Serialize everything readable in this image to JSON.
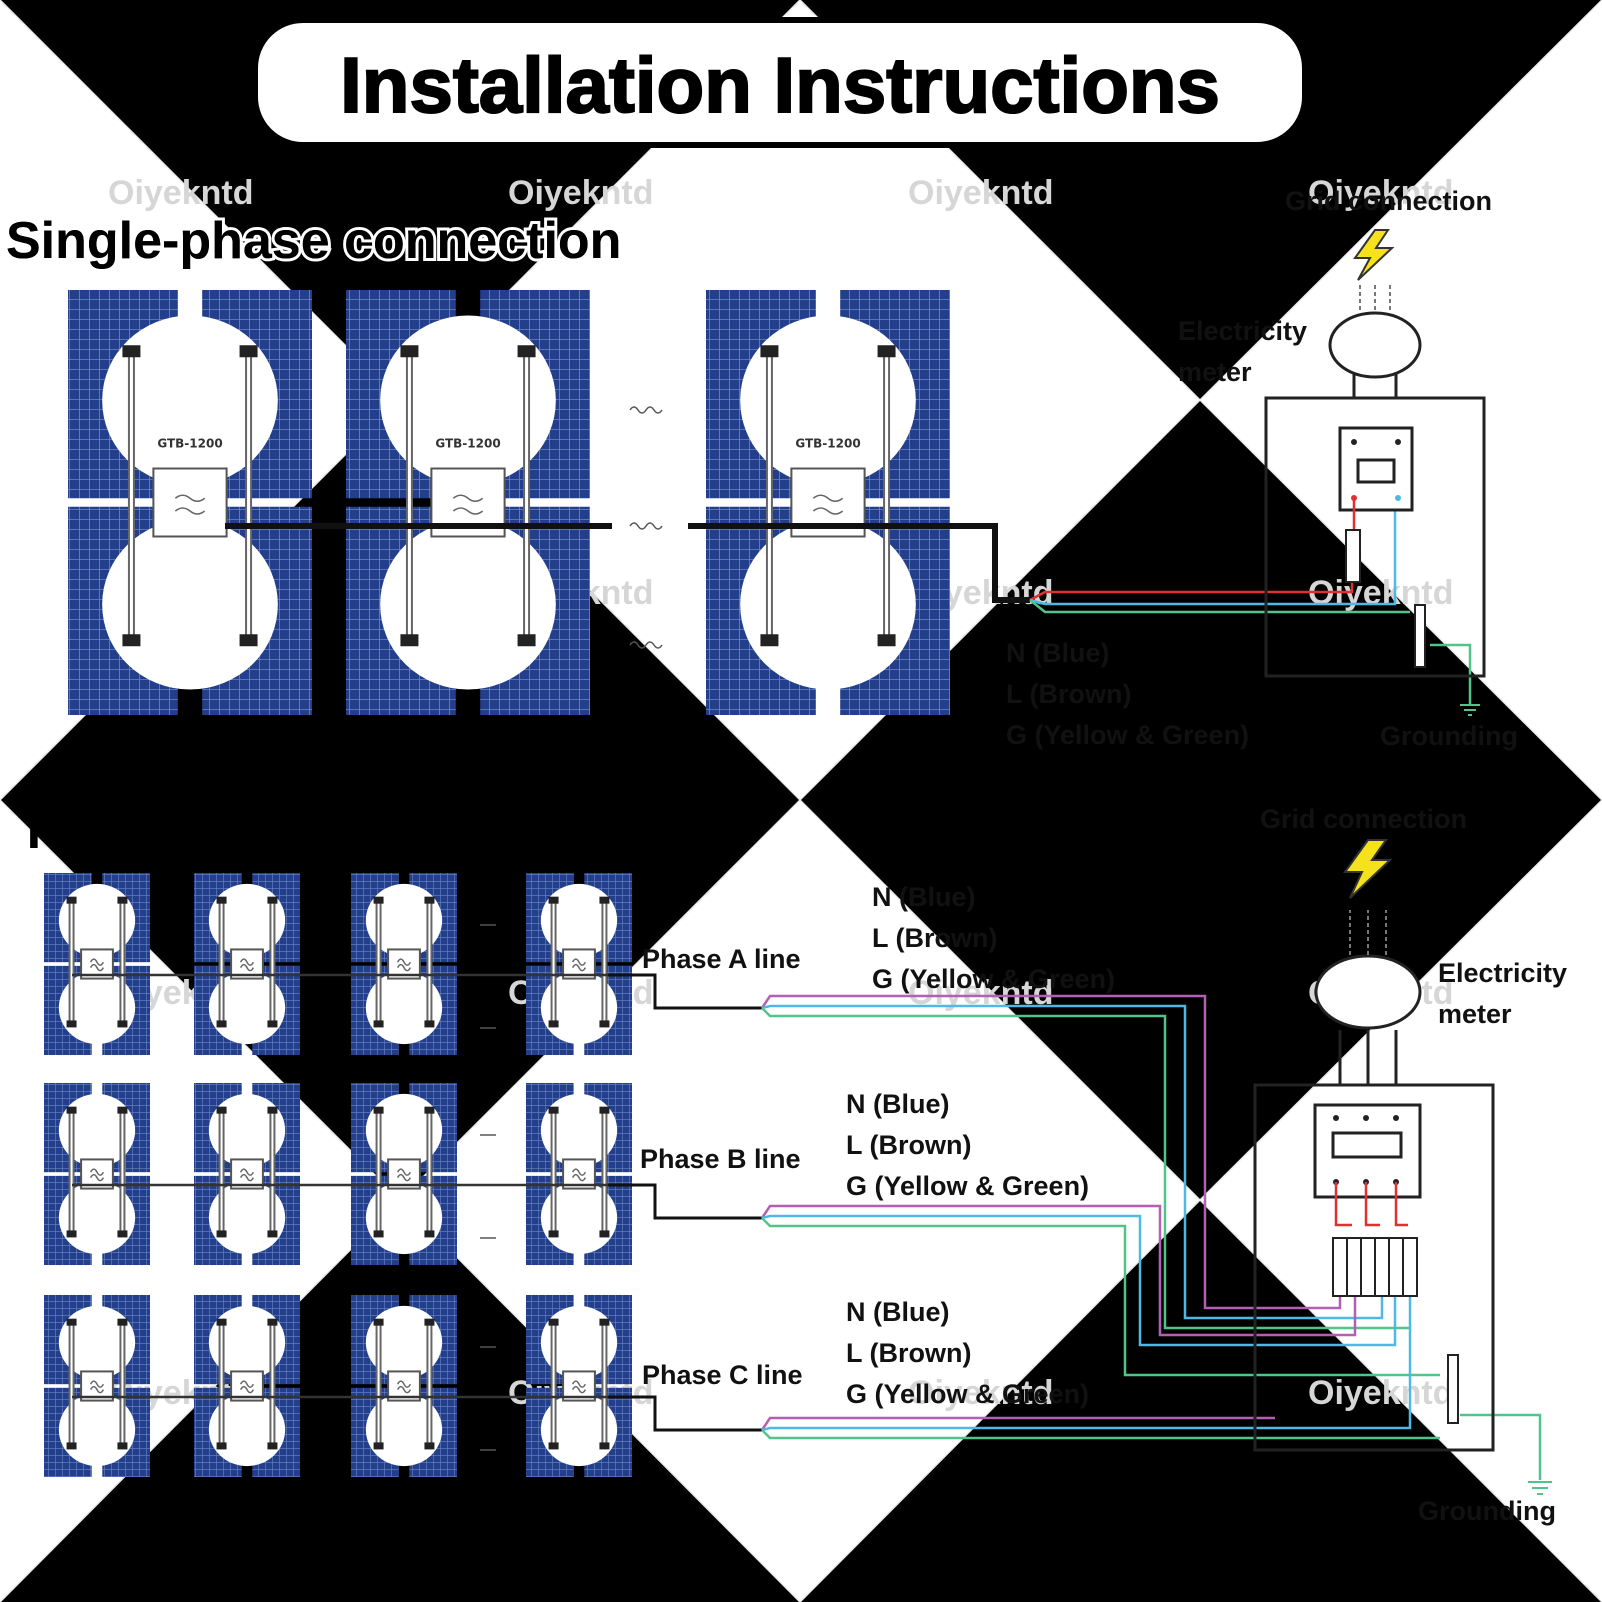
{
  "title": "Installation Instructions",
  "watermark": "Oiyekntd",
  "colors": {
    "panel": "#233f8b",
    "cell_line": "#6b86c6",
    "wire_brown": "#e03030",
    "wire_blue": "#4fb9e6",
    "wire_green": "#52c48a",
    "wire_purple": "#b45fb4",
    "bolt": "#f5e21a"
  },
  "single": {
    "heading": "Single-phase connection",
    "inverter_model": "GTB-1200",
    "grid": "Grid connection",
    "meter_line1": "Electricity",
    "meter_line2": "meter",
    "n": "N (Blue)",
    "l": "L (Brown)",
    "g": "G (Yellow & Green)",
    "grounding": "Grounding"
  },
  "three": {
    "heading": "Three-phase connection",
    "grid": "Grid connection",
    "meter_line1": "Electricity",
    "meter_line2": "meter",
    "grounding": "Grounding",
    "phases": [
      {
        "label": "Phase A line",
        "n": "N (Blue)",
        "l": "L (Brown)",
        "g": "G (Yellow & Green)"
      },
      {
        "label": "Phase B line",
        "n": "N (Blue)",
        "l": "L (Brown)",
        "g": "G (Yellow & Green)"
      },
      {
        "label": "Phase C line",
        "n": "N (Blue)",
        "l": "L (Brown)",
        "g": "G (Yellow & Green)"
      }
    ]
  }
}
